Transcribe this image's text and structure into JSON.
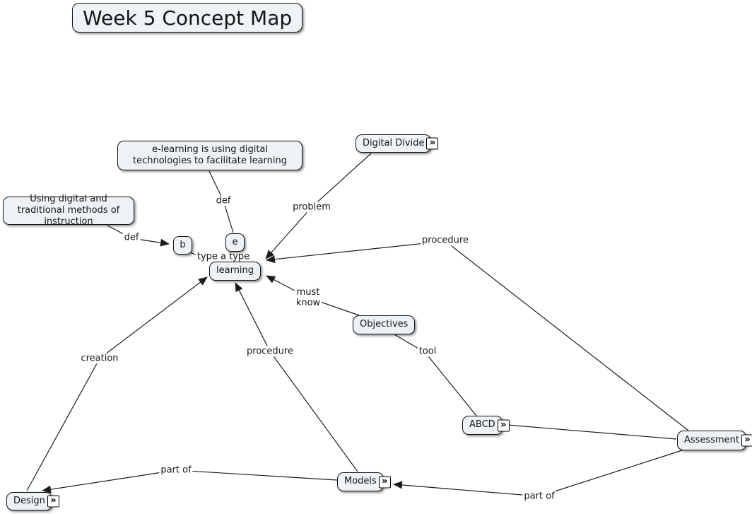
{
  "title": {
    "label": "Week 5 Concept Map"
  },
  "icons": {
    "resource_link": "»"
  },
  "colors": {
    "background": "#ffffff",
    "node_fill": "#ecf2f5",
    "node_border": "#161616",
    "line": "#1c1c1c"
  },
  "nodes": {
    "elearning_definition": {
      "label": "e-learning is using digital technologies to facilitate learning"
    },
    "digital_divide": {
      "label": "Digital Divide",
      "has_resource_icon": true
    },
    "instruction_definition": {
      "label": "Using digital and traditional methods of instruction"
    },
    "b": {
      "label": "b"
    },
    "e": {
      "label": "e"
    },
    "learning": {
      "label": "learning"
    },
    "objectives": {
      "label": "Objectives"
    },
    "abcd": {
      "label": "ABCD",
      "has_resource_icon": true
    },
    "assessment": {
      "label": "Assessment",
      "has_resource_icon": true
    },
    "models": {
      "label": "Models",
      "has_resource_icon": true
    },
    "design": {
      "label": "Design",
      "has_resource_icon": true
    }
  },
  "edge_labels": {
    "def_e": "def",
    "def_b": "def",
    "problem": "problem",
    "procedure_assessment": "procedure",
    "type_a_type": "type a type",
    "must_know": "must\nknow",
    "creation": "creation",
    "procedure_models": "procedure",
    "tool": "tool",
    "part_of_left": "part of",
    "part_of_right": "part of"
  }
}
